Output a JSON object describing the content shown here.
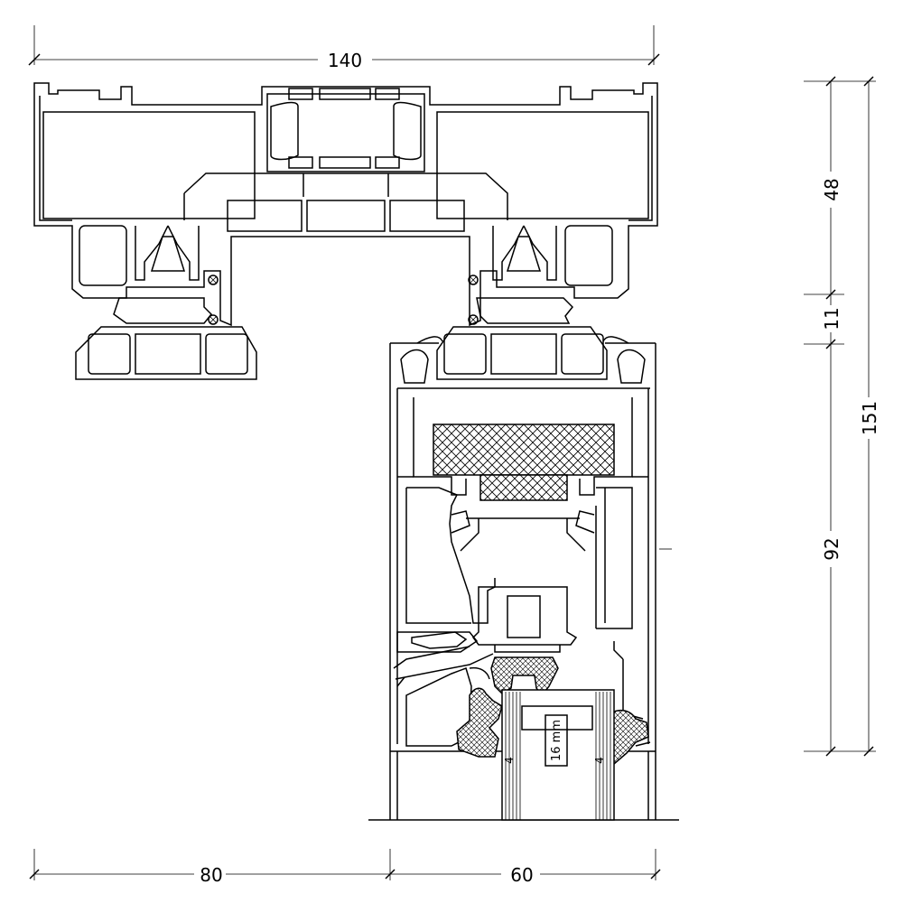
{
  "dimensions": {
    "top_width": "140",
    "bottom_left": "80",
    "bottom_right": "60",
    "right_48": "48",
    "right_11": "11",
    "right_92": "92",
    "right_total": "151",
    "glass_thickness": "16 mm",
    "gap_left": "4",
    "gap_right": "4"
  }
}
